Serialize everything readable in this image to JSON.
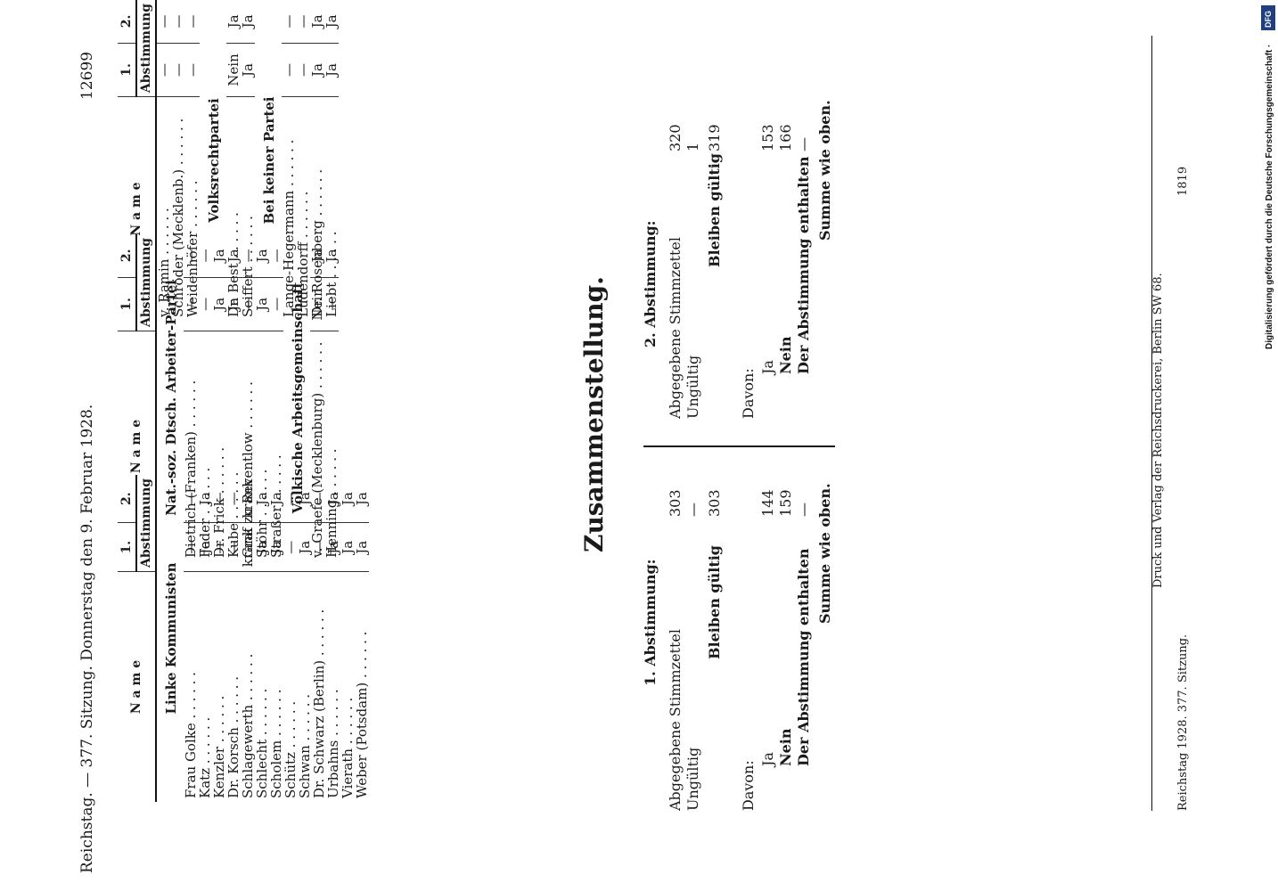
{
  "header": {
    "title": "Reichstag. — 377. Sitzung. Donnerstag den 9. Februar 1928.",
    "page_number": "12699"
  },
  "columns": {
    "name": "N a m e",
    "vote1_num": "1.",
    "vote2_num": "2.",
    "vote_label": "Abstimmung"
  },
  "table1": {
    "group": "Linke Kommunisten",
    "rows": [
      {
        "name": "Frau Golke",
        "v1": "—",
        "v2": "—"
      },
      {
        "name": "Katz",
        "v1": "Ja",
        "v2": "Ja"
      },
      {
        "name": "Kenzler",
        "v1": "—",
        "v2": "—"
      },
      {
        "name": "Dr. Korsch",
        "v1": "—",
        "v2": "—"
      },
      {
        "name": "Schlagewerth",
        "v1": "krank",
        "v2": "krank"
      },
      {
        "name": "Schlecht",
        "v1": "Ja",
        "v2": "Ja"
      },
      {
        "name": "Scholem",
        "v1": "Ja",
        "v2": "Ja"
      },
      {
        "name": "Schütz",
        "v1": "—",
        "v2": "—"
      },
      {
        "name": "Schwan",
        "v1": "Ja",
        "v2": "Ja"
      },
      {
        "name": "Dr. Schwarz (Berlin)",
        "v1": "—",
        "v2": "—"
      },
      {
        "name": "Urbahns",
        "v1": "Ja",
        "v2": "Ja"
      },
      {
        "name": "Vierath",
        "v1": "Ja",
        "v2": "Ja"
      },
      {
        "name": "Weber (Potsdam)",
        "v1": "Ja",
        "v2": "Ja"
      }
    ]
  },
  "table2": {
    "group1": "Nat.-soz. Dtsch. Arbeiter-Partei",
    "rows1": [
      {
        "name": "Dietrich (Franken)",
        "v1": "—",
        "v2": "—"
      },
      {
        "name": "Feder",
        "v1": "—",
        "v2": "—"
      },
      {
        "name": "Dr. Frick",
        "v1": "Ja",
        "v2": "Ja"
      },
      {
        "name": "Kube",
        "v1": "Ja",
        "v2": "Ja"
      },
      {
        "name": "Graf zu Reventlow",
        "v1": "—",
        "v2": "—"
      },
      {
        "name": "Stöhr",
        "v1": "Ja",
        "v2": "Ja"
      },
      {
        "name": "Straßer",
        "v1": "—",
        "v2": "—"
      }
    ],
    "group2": "Völkische Arbeitsgemeinschaft",
    "rows2": [
      {
        "name": "v. Graefe (Mecklenburg)",
        "v1": "Nein",
        "v2": "Ja"
      },
      {
        "name": "Henning",
        "v1": "—",
        "v2": "Ja"
      }
    ]
  },
  "table3": {
    "rows0": [
      {
        "name": "v. Ramin",
        "v1": "—",
        "v2": "—"
      },
      {
        "name": "Schröder (Mecklenb.)",
        "v1": "—",
        "v2": "—"
      },
      {
        "name": "Weidenhöfer",
        "v1": "—",
        "v2": "—"
      }
    ],
    "group1": "Volksrechtpartei",
    "rows1": [
      {
        "name": "Dr. Best",
        "v1": "Nein",
        "v2": "Ja"
      },
      {
        "name": "Seiffert",
        "v1": "Ja",
        "v2": "Ja"
      }
    ],
    "group2": "Bei keiner Partei",
    "rows2": [
      {
        "name": "Lange-Hegermann",
        "v1": "—",
        "v2": "—"
      },
      {
        "name": "Ludendorff",
        "v1": "—",
        "v2": "—"
      },
      {
        "name": "Dr. Rosenberg",
        "v1": "Ja",
        "v2": "Ja"
      },
      {
        "name": "Liebt",
        "v1": "Ja",
        "v2": "Ja"
      }
    ]
  },
  "summary": {
    "title": "Zusammenstellung.",
    "first": {
      "heading": "1. Abstimmung:",
      "abgegeben_label": "Abgegebene Stimmzettel",
      "abgegeben_value": "303",
      "ungueltig_label": "Ungültig",
      "ungueltig_value": "—",
      "bleiben_label": "Bleiben gültig",
      "bleiben_value": "303",
      "davon_label": "Davon:",
      "ja_label": "Ja",
      "ja_value": "144",
      "nein_label": "Nein",
      "nein_value": "159",
      "enthalten_label": "Der Abstimmung enthalten",
      "enthalten_value": "—",
      "summe_label": "Summe wie oben."
    },
    "second": {
      "heading": "2. Abstimmung:",
      "abgegeben_label": "Abgegebene Stimmzettel",
      "abgegeben_value": "320",
      "ungueltig_label": "Ungültig",
      "ungueltig_value": "1",
      "bleiben_label": "Bleiben gültig",
      "bleiben_value": "319",
      "davon_label": "Davon:",
      "ja_label": "Ja",
      "ja_value": "153",
      "nein_label": "Nein",
      "nein_value": "166",
      "enthalten_label": "Der Abstimmung enthalten",
      "enthalten_value": "—",
      "summe_label": "Summe wie oben."
    }
  },
  "footer": {
    "left": "Reichstag 1928. 377. Sitzung.",
    "center": "Druck und Verlag der Reichsdruckerei, Berlin SW 68.",
    "number": "1819"
  },
  "dfg": {
    "text": "Digitalisierung gefördert durch die Deutsche Forschungsgemeinschaft ·",
    "logo": "DFG"
  }
}
